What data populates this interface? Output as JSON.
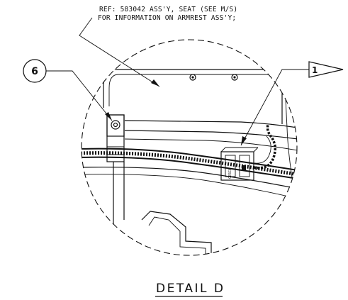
{
  "reference_note": {
    "line1": "REF: 583042 ASS'Y, SEAT (SEE M/S)",
    "line2": "FOR INFORMATION ON ARMREST ASS'Y;"
  },
  "callout_item": {
    "label": "6"
  },
  "flag_note": {
    "label": "1"
  },
  "detail_title": {
    "label": "DETAIL D"
  },
  "connector_marking": {
    "label": "CESCA"
  }
}
